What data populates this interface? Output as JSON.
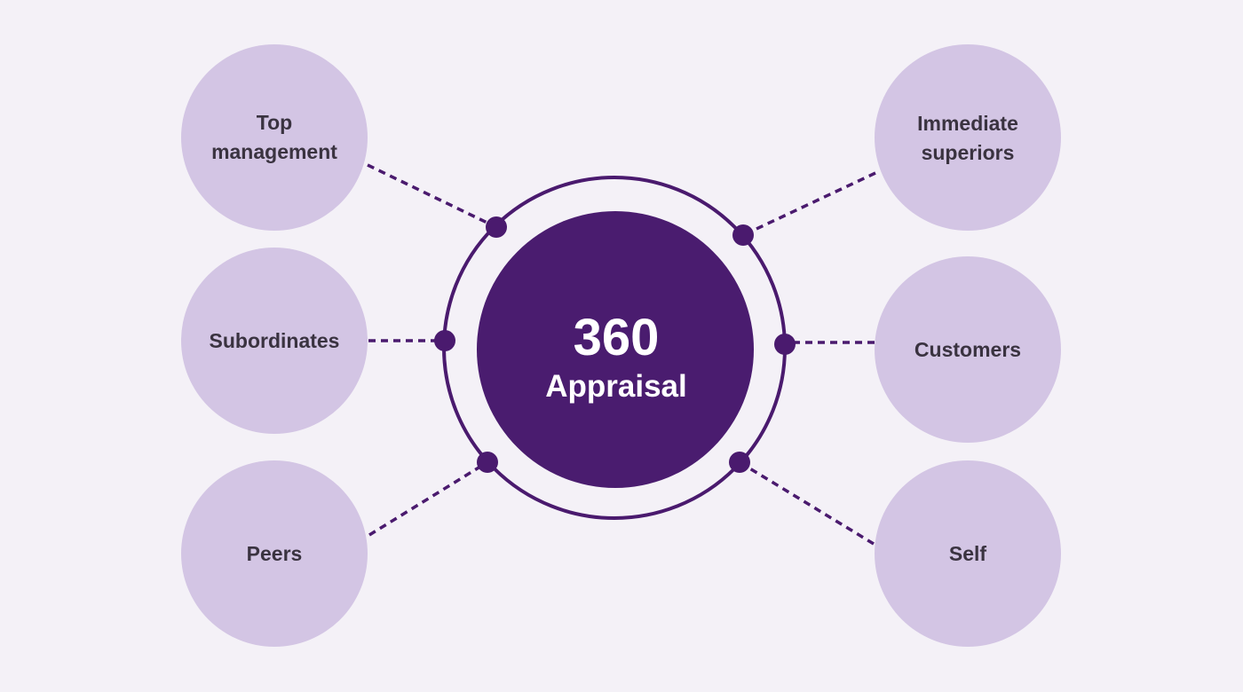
{
  "center": {
    "number": "360",
    "label": "Appraisal"
  },
  "sources": [
    {
      "id": "top-management",
      "lines": [
        "Top",
        "management"
      ]
    },
    {
      "id": "subordinates",
      "lines": [
        "Subordinates"
      ]
    },
    {
      "id": "peers",
      "lines": [
        "Peers"
      ]
    },
    {
      "id": "immediate-superiors",
      "lines": [
        "Immediate",
        "superiors"
      ]
    },
    {
      "id": "customers",
      "lines": [
        "Customers"
      ]
    },
    {
      "id": "self",
      "lines": [
        "Self"
      ]
    }
  ],
  "colors": {
    "background": "#f4f1f7",
    "node_fill": "#d3c5e4",
    "accent": "#4a1a6e",
    "center_fill": "#4a1c6f",
    "label_text": "#3a3340",
    "center_text": "#ffffff"
  }
}
